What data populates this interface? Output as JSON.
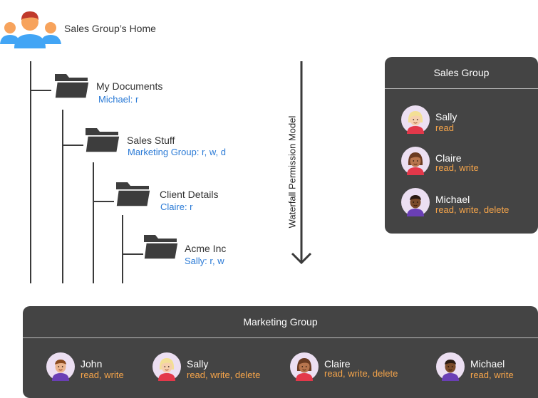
{
  "header": {
    "title": "Sales Group’s Home",
    "icon": "user-group-icon"
  },
  "tree": {
    "folders": [
      {
        "name": "My Documents",
        "perm": "Michael: r"
      },
      {
        "name": "Sales Stuff",
        "perm": "Marketing Group: r, w, d"
      },
      {
        "name": "Client Details",
        "perm": "Claire: r"
      },
      {
        "name": "Acme Inc",
        "perm": "Sally: r, w"
      }
    ]
  },
  "arrow": {
    "label": "Waterfall Permission Model"
  },
  "sales_group": {
    "title": "Sales Group",
    "members": [
      {
        "name": "Sally",
        "perm": "read"
      },
      {
        "name": "Claire",
        "perm": "read, write"
      },
      {
        "name": "Michael",
        "perm": "read, write, delete"
      }
    ]
  },
  "marketing_group": {
    "title": "Marketing Group",
    "members": [
      {
        "name": "John",
        "perm": "read, write"
      },
      {
        "name": "Sally",
        "perm": "read, write, delete"
      },
      {
        "name": "Claire",
        "perm": "read, write, delete"
      },
      {
        "name": "Michael",
        "perm": "read, write"
      }
    ]
  },
  "colors": {
    "panel": "#444444",
    "permission_blue": "#2a7ad6",
    "permission_orange": "#f5a44a",
    "user_blue": "#42a5f5",
    "user_orange": "#f7a35c"
  }
}
